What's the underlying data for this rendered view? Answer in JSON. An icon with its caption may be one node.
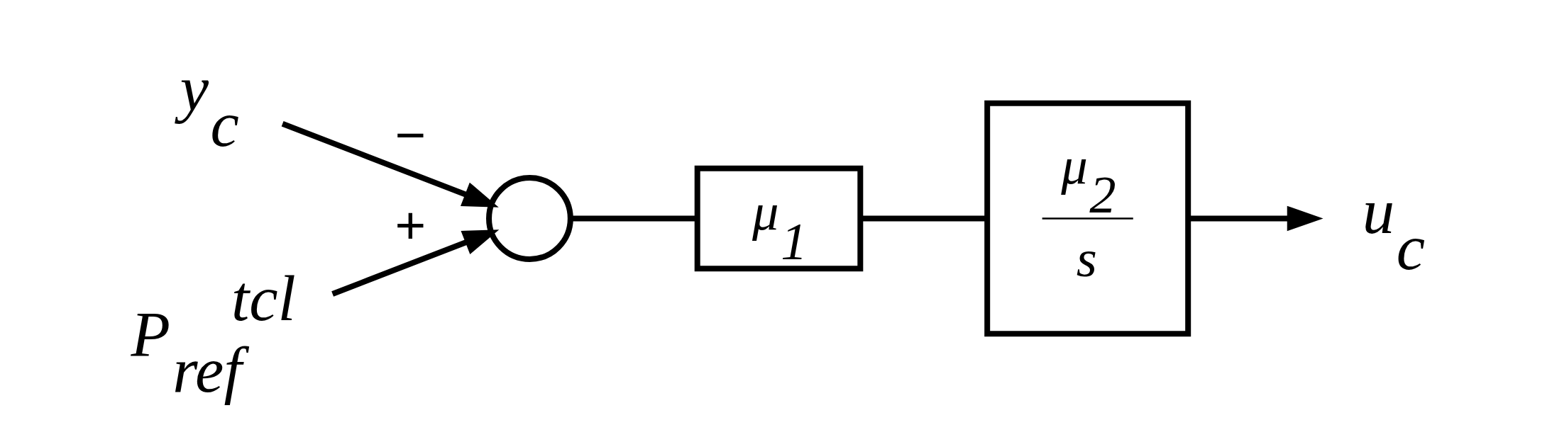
{
  "diagram": {
    "nodes": [
      {
        "text": [
          "y$_{c}$"
        ]
      },
      {
        "text": [
          "P$_{ref}$$^{tcl}$"
        ]
      },
      {
        "text": [],
        "shape": "circle"
      },
      {
        "text": [
          "μ$_{1}$"
        ]
      },
      {
        "text": [
          "μ$_{2}$",
          "s"
        ]
      },
      {
        "text": [
          "u$_{c}$"
        ]
      }
    ],
    "edges": [
      {
        "from": 1,
        "to": 2,
        "arrow": "to",
        "label": "+"
      },
      {
        "from": 0,
        "to": 2,
        "arrow": "to",
        "label": "−"
      },
      {
        "from": 2,
        "to": 3,
        "arrow": "none"
      },
      {
        "from": 3,
        "to": 4,
        "arrow": "none"
      },
      {
        "from": 4,
        "to": 5,
        "arrow": "to"
      }
    ]
  }
}
